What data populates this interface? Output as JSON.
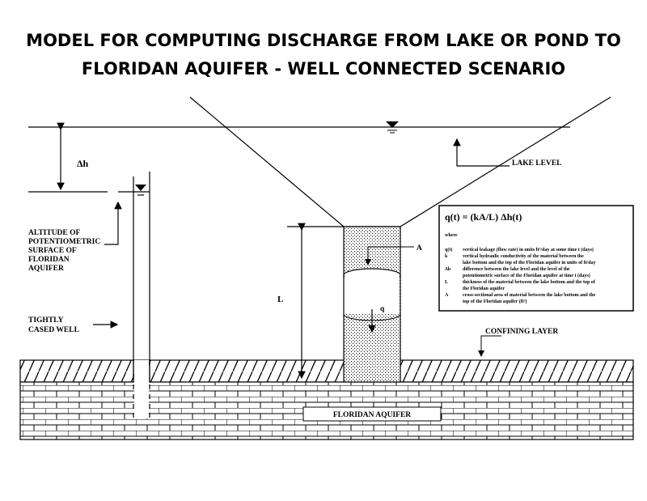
{
  "title": {
    "line1": "MODEL FOR COMPUTING DISCHARGE FROM LAKE OR POND TO",
    "line2": "FLORIDAN AQUIFER - WELL CONNECTED SCENARIO"
  },
  "labels": {
    "delta_h": "Δh",
    "lake_level": "LAKE LEVEL",
    "altitude": [
      "ALTITUDE OF",
      "POTENTIOMETRIC",
      "SURFACE OF",
      "FLORIDAN",
      "AQUIFER"
    ],
    "cased_well": [
      "TIGHTLY",
      "CASED WELL"
    ],
    "L": "L",
    "A": "A",
    "q": "q",
    "confining_layer": "CONFINING LAYER",
    "floridan_aquifer": "FLORIDAN AQUIFER"
  },
  "equation": {
    "formula": "q(t) = (kA/L) Δh(t)",
    "where": "where",
    "definitions": [
      {
        "sym": "q(t)",
        "lines": [
          "vertical leakage (flow rate) in units ft³/day at some time t (days)"
        ]
      },
      {
        "sym": "k",
        "lines": [
          "vertical hydraulic conductivity of the material between the",
          "lake bottom and the top of the Floridan aquifer in units of ft/day"
        ]
      },
      {
        "sym": "Δh",
        "lines": [
          "difference between the lake level and the level of the",
          "potentiometric surface of the Floridan aquifer at time t (days)"
        ]
      },
      {
        "sym": "L",
        "lines": [
          "thickness of the material between the lake bottom and the top of",
          "the Floridan aquifer"
        ]
      },
      {
        "sym": "A",
        "lines": [
          "cross-sectional area of material between the lake bottom and the",
          "top of the Floridan aquifer (ft²)"
        ]
      }
    ]
  }
}
